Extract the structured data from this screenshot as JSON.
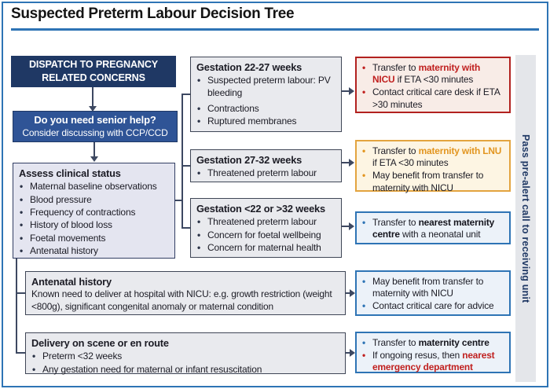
{
  "title": "Suspected Preterm Labour Decision Tree",
  "sidebar": {
    "label": "Pass pre-alert call to receiving unit"
  },
  "dispatch": {
    "label": "DISPATCH TO PREGNANCY RELATED CONCERNS"
  },
  "senior": {
    "title": "Do you need senior help?",
    "subtitle": "Consider discussing with CCP/CCD"
  },
  "assess": {
    "title": "Assess clinical status",
    "bullets": [
      "Maternal baseline observations",
      "Blood pressure",
      "Frequency of contractions",
      "History of blood loss",
      "Foetal movements",
      "Antenatal history"
    ]
  },
  "gestation": [
    {
      "title": "Gestation 22-27 weeks",
      "bullets": [
        "Suspected preterm labour: PV bleeding",
        "Contractions",
        "Ruptured membranes"
      ]
    },
    {
      "title": "Gestation 27-32 weeks",
      "bullets": [
        "Threatened preterm labour"
      ]
    },
    {
      "title": "Gestation <22 or >32 weeks",
      "bullets": [
        "Threatened preterm labour",
        "Concern for foetal wellbeing",
        "Concern for maternal health"
      ]
    }
  ],
  "transfers": [
    {
      "accent": "red",
      "bullets": [
        {
          "m": "red",
          "seg": [
            {
              "t": "Transfer to ",
              "s": "n"
            },
            {
              "t": "maternity with NICU",
              "s": "red"
            },
            {
              "t": " if ETA <30 minutes",
              "s": "n"
            }
          ]
        },
        {
          "m": "red",
          "seg": [
            {
              "t": "Contact critical care desk if ETA >30 minutes",
              "s": "n"
            }
          ]
        }
      ]
    },
    {
      "accent": "orange",
      "bullets": [
        {
          "m": "orange",
          "seg": [
            {
              "t": "Transfer to ",
              "s": "n"
            },
            {
              "t": "maternity with LNU",
              "s": "orange"
            },
            {
              "t": " if ETA <30 minutes",
              "s": "n"
            }
          ]
        },
        {
          "m": "orange",
          "seg": [
            {
              "t": "May benefit from transfer to maternity with NICU",
              "s": "n"
            }
          ]
        }
      ]
    },
    {
      "accent": "blue",
      "bullets": [
        {
          "m": "blue",
          "seg": [
            {
              "t": "Transfer to ",
              "s": "n"
            },
            {
              "t": "nearest maternity centre",
              "s": "b"
            },
            {
              "t": " with a neonatal unit",
              "s": "n"
            }
          ]
        }
      ]
    },
    {
      "accent": "blue",
      "bullets": [
        {
          "m": "blue",
          "seg": [
            {
              "t": "May benefit from transfer to maternity with NICU",
              "s": "n"
            }
          ]
        },
        {
          "m": "blue",
          "seg": [
            {
              "t": "Contact critical care for advice",
              "s": "n"
            }
          ]
        }
      ]
    },
    {
      "accent": "blue",
      "bullets": [
        {
          "m": "blue",
          "seg": [
            {
              "t": "Transfer to ",
              "s": "n"
            },
            {
              "t": "maternity centre",
              "s": "b"
            }
          ]
        },
        {
          "m": "red",
          "seg": [
            {
              "t": "If ongoing resus, then ",
              "s": "n"
            },
            {
              "t": "nearest emergency department",
              "s": "red"
            }
          ]
        }
      ]
    }
  ],
  "antenatal": {
    "title": "Antenatal history",
    "body": "Known need to deliver at hospital with NICU: e.g.  growth restriction (weight <800g), significant congenital anomaly or maternal condition"
  },
  "delivery": {
    "title": "Delivery on scene or en route",
    "bullets": [
      "Preterm <32 weeks",
      "Any gestation need for maternal or infant resuscitation"
    ]
  },
  "colors": {
    "accent_red": "#c0201f",
    "accent_orange": "#e2951f",
    "accent_blue": "#2e74b5",
    "navy_dark": "#1f3864",
    "navy_mid": "#2f5496"
  }
}
